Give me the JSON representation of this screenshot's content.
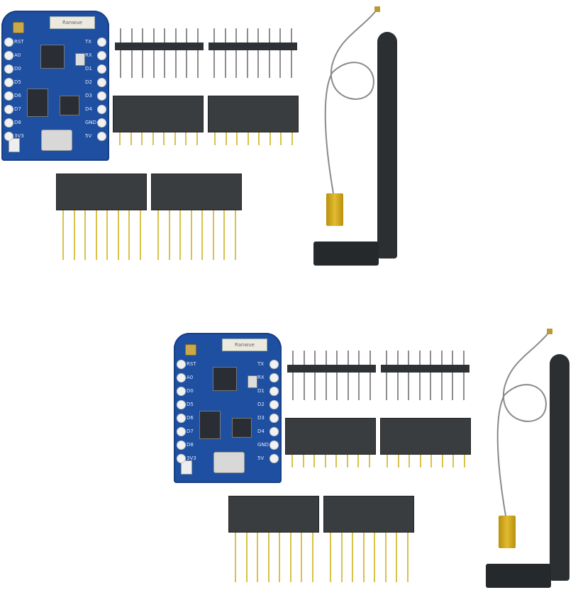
{
  "image": {
    "description": "Product photo: two identical kits, each with a mini Wi-Fi development board, pin headers, and an external antenna with IPEX-to-SMA pigtail cable",
    "background": "#ffffff"
  },
  "kits": [
    {
      "id": "kit-1",
      "board": {
        "antenna_label": "Ranwue",
        "left_pins": [
          "RST",
          "A0",
          "D0",
          "D5",
          "D6",
          "D7",
          "D8",
          "3V3"
        ],
        "right_pins": [
          "TX",
          "RX",
          "D1",
          "D2",
          "D3",
          "D4",
          "GND",
          "5V"
        ],
        "color": "#1e4fa0"
      },
      "male_headers": {
        "count": 2,
        "pins_each": 8
      },
      "short_female_headers": {
        "count": 2,
        "pins_each": 8
      },
      "long_female_headers": {
        "count": 2,
        "pins_each": 8
      },
      "antenna": {
        "connector": "SMA",
        "cable": "IPEX pigtail",
        "color": "#2b2f31",
        "connector_color": "#e2bb30"
      }
    },
    {
      "id": "kit-2",
      "board": {
        "antenna_label": "Ranwue",
        "left_pins": [
          "RST",
          "A0",
          "D0",
          "D5",
          "D6",
          "D7",
          "D8",
          "3V3"
        ],
        "right_pins": [
          "TX",
          "RX",
          "D1",
          "D2",
          "D3",
          "D4",
          "GND",
          "5V"
        ],
        "color": "#1e4fa0"
      },
      "male_headers": {
        "count": 2,
        "pins_each": 8
      },
      "short_female_headers": {
        "count": 2,
        "pins_each": 8
      },
      "long_female_headers": {
        "count": 2,
        "pins_each": 8
      },
      "antenna": {
        "connector": "SMA",
        "cable": "IPEX pigtail",
        "color": "#2b2f31",
        "connector_color": "#e2bb30"
      }
    }
  ]
}
